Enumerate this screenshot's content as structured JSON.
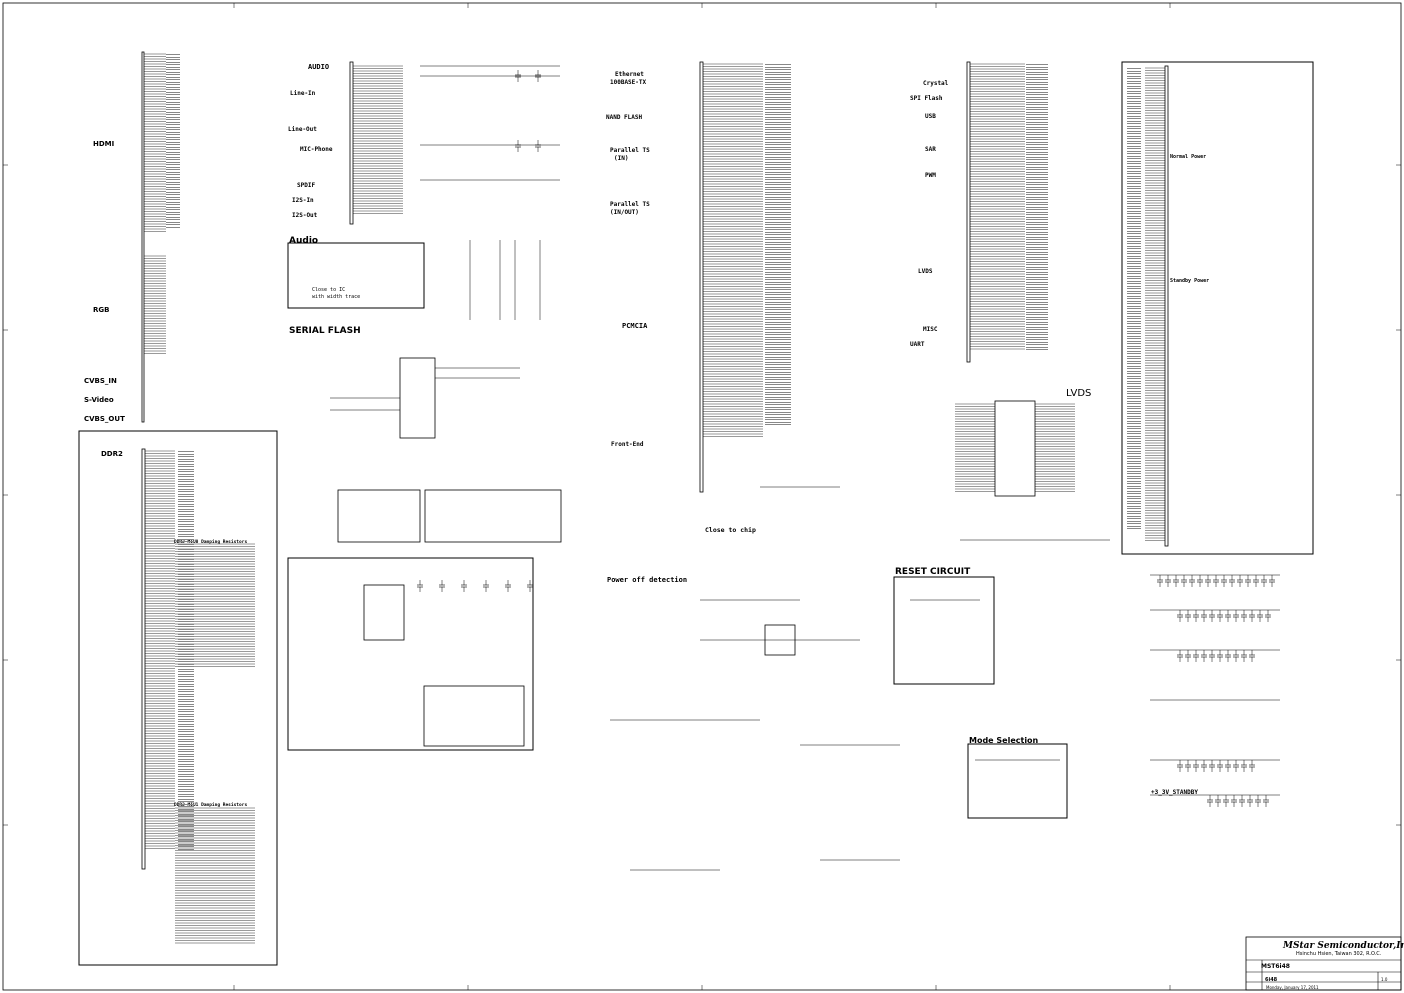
{
  "sections": {
    "hdmi": "HDMI",
    "rgb": "RGB",
    "cvbs_in": "CVBS_IN",
    "s_video": "S-Video",
    "cvbs_out": "CVBS_OUT",
    "ddr2": "DDR2",
    "audio_block": "AUDIO",
    "line_in": "Line-In",
    "line_out": "Line-Out",
    "mic_phone": "MIC-Phone",
    "spdif": "SPDIF",
    "i2s_in": "I2S-In",
    "i2s_out": "I2S-Out",
    "audio_box": "Audio",
    "close_ic": "Close to IC",
    "width_trace": "with width trace",
    "serial_flash": "SERIAL FLASH",
    "ethernet": "Ethernet",
    "base_tx": "100BASE-TX",
    "nand_flash": "NAND FLASH",
    "parallel_ts_in": "Parallel TS",
    "in": "(IN)",
    "parallel_ts_inout": "Parallel TS",
    "inout": "(IN/OUT)",
    "pcmcia": "PCMCIA",
    "front_end": "Front-End",
    "close_chip": "Close to chip",
    "power_off": "Power off detection",
    "crystal": "Crystal",
    "spi_flash": "SPI Flash",
    "usb": "USB",
    "sar": "SAR",
    "pwm": "PWM",
    "lvds": "LVDS",
    "misc": "MISC",
    "uart": "UART",
    "lvds_big": "LVDS",
    "reset_circuit": "RESET CIRCUIT",
    "mode_selection": "Mode Selection",
    "normal_power": "Normal Power",
    "standby_power": "Standby Power",
    "v33_standby": "+3_3V_STANDBY",
    "ddr2_damp_1": "DDR2 MIU0 Damping Resistors",
    "ddr2_damp_2": "DDR2 MIU1 Damping Resistors"
  },
  "title_block": {
    "company": "MStar Semiconductor,Inc",
    "address": "Hsinchu Hsien, Taiwan 302, R.O.C.",
    "title": "MST6i48",
    "doc_number": "6i48",
    "rev": "1.0",
    "date": "Monday, January 17, 2011"
  }
}
